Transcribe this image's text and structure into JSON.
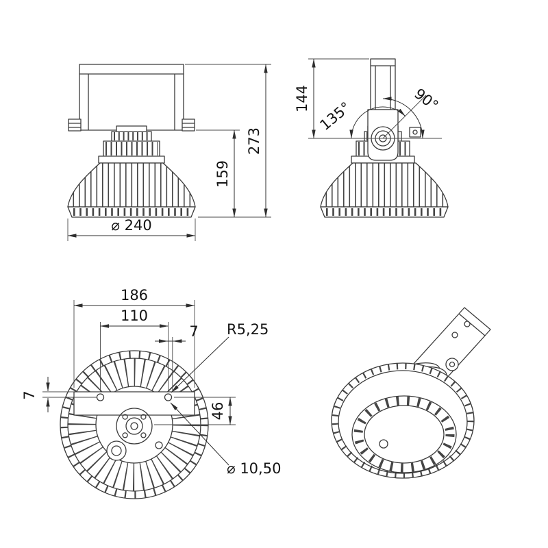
{
  "colors": {
    "line": "#3a3a3a",
    "text": "#141414",
    "background": "#ffffff"
  },
  "views": {
    "front": {
      "total_height": "273",
      "body_height": "159",
      "diameter": "⌀ 240"
    },
    "side": {
      "bracket_height": "144",
      "angle_max": "135°",
      "angle_min": "90°"
    },
    "bottom": {
      "bracket_length": "186",
      "hole_spacing": "110",
      "slot_offset": "7",
      "hole_radius": "R5,25",
      "plate_edge_offset": "7",
      "center_offset": "46",
      "hole_diameter": "⌀ 10,50"
    }
  }
}
